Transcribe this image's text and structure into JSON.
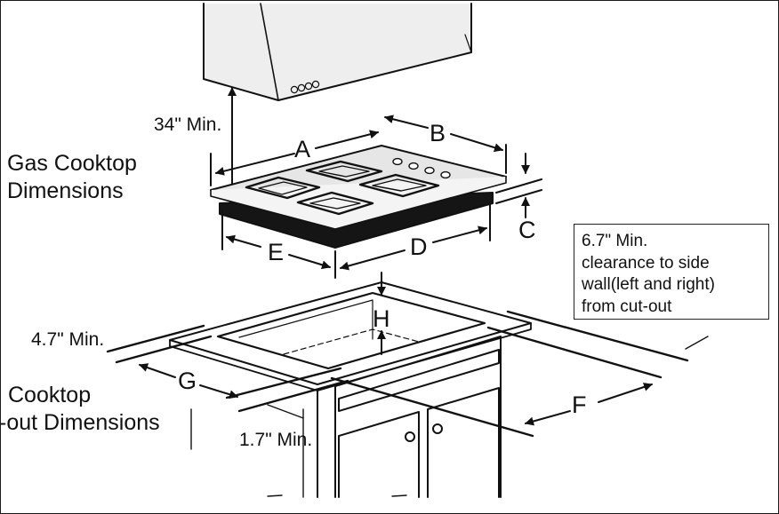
{
  "sections": {
    "cooktop_line1": "Gas Cooktop",
    "cooktop_line2": "Dimensions",
    "cutout_line1": "Cooktop",
    "cutout_line2": "-out Dimensions"
  },
  "dimension_letters": {
    "a": "A",
    "b": "B",
    "c": "C",
    "d": "D",
    "e": "E",
    "f": "F",
    "g": "G",
    "h": "H"
  },
  "measurements": {
    "hood_clearance": "34\" Min.",
    "front_clearance": "4.7\" Min.",
    "back_clearance": "1.7\" Min."
  },
  "side_wall_note": {
    "line1": "6.7\" Min.",
    "line2": "clearance to side",
    "line3": "wall(left and right)",
    "line4": "from cut-out"
  },
  "colors": {
    "line": "#111111",
    "hood_fill": "#eeeeee",
    "cooktop_top": "#e6e6e6",
    "cooktop_base": "#151515"
  }
}
